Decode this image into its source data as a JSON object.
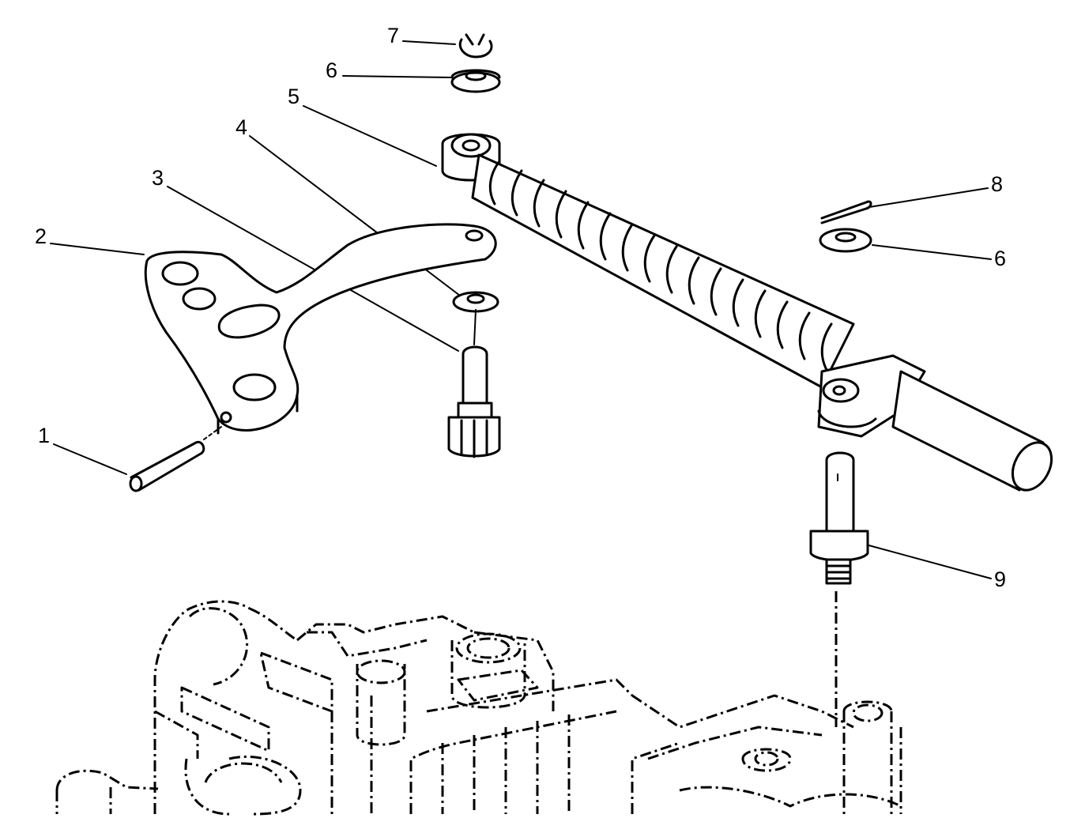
{
  "callouts": [
    {
      "number": "1",
      "part": "pin"
    },
    {
      "number": "2",
      "part": "bracket"
    },
    {
      "number": "3",
      "part": "stud"
    },
    {
      "number": "4",
      "part": "washer"
    },
    {
      "number": "5",
      "part": "rod-end"
    },
    {
      "number": "6",
      "part": "washer"
    },
    {
      "number": "7",
      "part": "e-clip"
    },
    {
      "number": "8",
      "part": "cotter-pin"
    },
    {
      "number": "6",
      "part": "washer"
    },
    {
      "number": "9",
      "part": "stud"
    }
  ]
}
